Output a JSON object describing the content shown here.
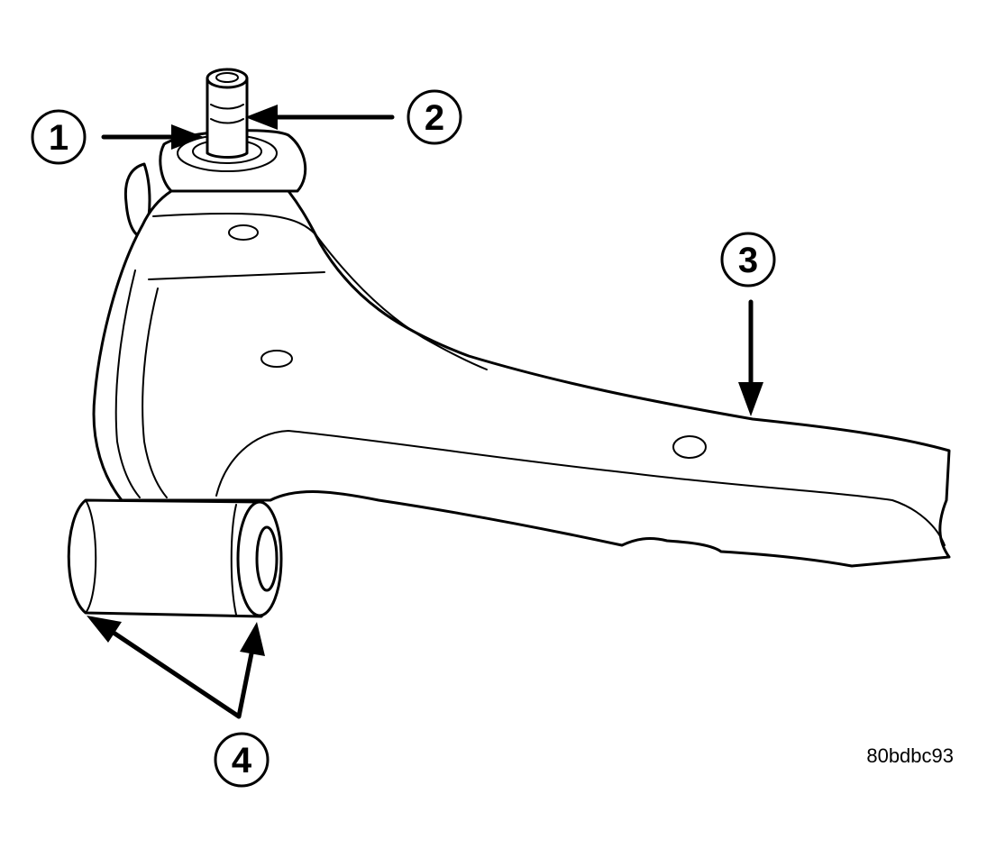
{
  "callouts": [
    {
      "id": "1",
      "label": "1"
    },
    {
      "id": "2",
      "label": "2"
    },
    {
      "id": "3",
      "label": "3"
    },
    {
      "id": "4",
      "label": "4"
    }
  ],
  "figure_id": "80bdbc93",
  "colors": {
    "line": "#000000",
    "background": "#ffffff"
  }
}
